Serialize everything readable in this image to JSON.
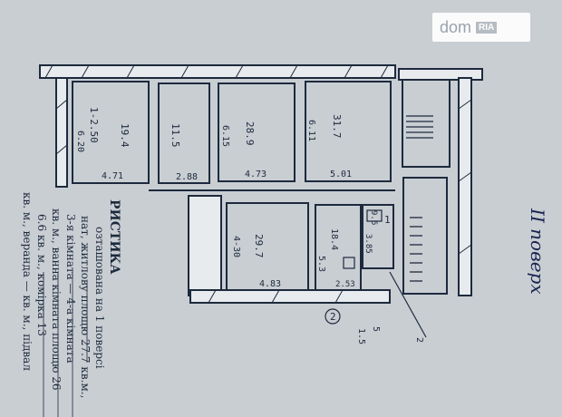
{
  "watermark": {
    "brand": "dom",
    "badge": "RIA"
  },
  "floor_label": "ІІ поверх",
  "rooms": [
    {
      "id": "1",
      "area": "19.4",
      "dims": "4.71",
      "side": "6.20",
      "note": "1-2.50"
    },
    {
      "id": "2",
      "area": "11.5",
      "dims": "2.88",
      "side": "",
      "note": ""
    },
    {
      "id": "3",
      "area": "28.9",
      "dims": "4.73",
      "side": "6.15",
      "note": ""
    },
    {
      "id": "4",
      "area": "31.7",
      "dims": "5.01",
      "side": "6.11",
      "note": ""
    },
    {
      "id": "5",
      "area": "29.7",
      "dims": "4.83",
      "side": "",
      "note": "4-30"
    },
    {
      "id": "6",
      "area": "18.4",
      "dims": "2.53",
      "side": "",
      "note": "5.3"
    },
    {
      "id": "7",
      "area": "3.85",
      "dims": "",
      "side": "",
      "note": ""
    },
    {
      "id": "8",
      "area": "9.6",
      "dims": "",
      "side": "",
      "note": ""
    }
  ],
  "marks": {
    "stair": "1",
    "door": "2",
    "dim_a": "5",
    "dim_b": "1.5",
    "dim_c": "2"
  },
  "form_lines": [
    "РИСТИКА",
    "озташована на   1   поверсі",
    "нат, житлову площю   27.7   кв.м.,",
    "3-я кімната   —   4-а кімната",
    "кв. м., ванна кімната площю   26",
    "6.6   кв. м., комірка   13",
    "кв. м., веранда   —   кв. м., підвал"
  ]
}
